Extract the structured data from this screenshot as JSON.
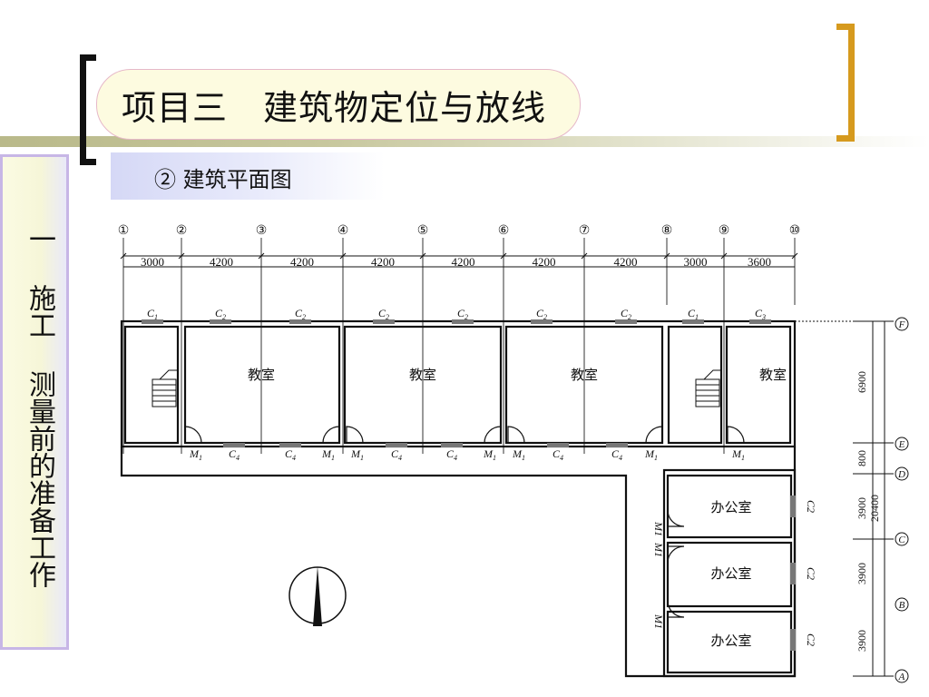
{
  "slide": {
    "title": "项目三　建筑物定位与放线",
    "subtitle": "② 建筑平面图",
    "sidebar_text": "一 施工 测量前的准备工作"
  },
  "plan": {
    "axis_numbers": [
      "①",
      "②",
      "③",
      "④",
      "⑤",
      "⑥",
      "⑦",
      "⑧",
      "⑨",
      "⑩"
    ],
    "column_dimensions": [
      "3000",
      "4200",
      "4200",
      "4200",
      "4200",
      "4200",
      "4200",
      "3000",
      "3600"
    ],
    "row_axis_letters": [
      "F",
      "E",
      "D",
      "C",
      "B",
      "A"
    ],
    "row_dimensions": [
      "6900",
      "800",
      "3900",
      "3900",
      "3900"
    ],
    "overall_dimension": "20400",
    "window_labels_top": [
      "C1",
      "C2",
      "C2",
      "C2",
      "C2",
      "C2",
      "C2",
      "C1",
      "C3"
    ],
    "window_labels_bottom": [
      "C4",
      "C4",
      "C4",
      "C4",
      "C4",
      "C4"
    ],
    "door_labels": [
      "M1",
      "M1",
      "M1",
      "M1",
      "M1",
      "M1",
      "M1"
    ],
    "door_labels_vertical": [
      "M1",
      "M1",
      "M1"
    ],
    "window_labels_right": [
      "C2",
      "C2",
      "C2"
    ],
    "classroom_label": "教室",
    "office_label": "办公室"
  }
}
